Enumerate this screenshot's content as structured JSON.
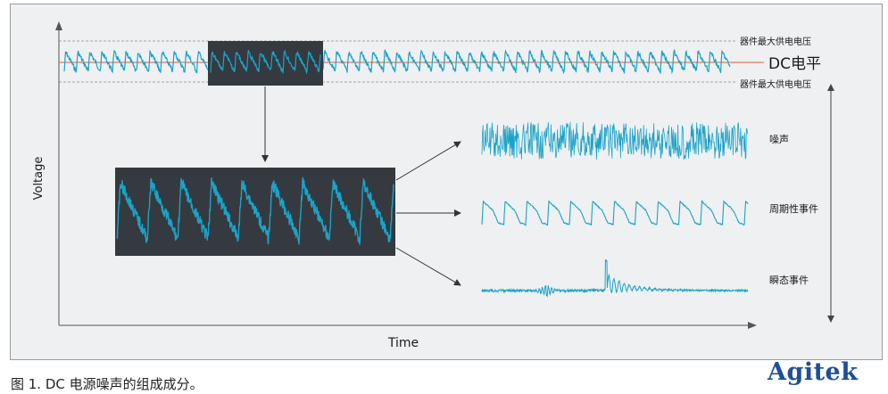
{
  "axes": {
    "y_label": "Voltage",
    "x_label": "Time"
  },
  "limits": {
    "upper_label": "器件最大供电电压",
    "lower_label": "器件最大供电电压"
  },
  "dc_level": {
    "label": "DC电平"
  },
  "components": [
    {
      "label": "噪声"
    },
    {
      "label": "周期性事件"
    },
    {
      "label": "瞬态事件"
    }
  ],
  "caption": "图 1. DC 电源噪声的组成成分。",
  "logo": "Agitek",
  "colors": {
    "signal": "#1aa3c8",
    "dark_box": "#353a40",
    "dc_line": "#e8573d",
    "panel": "#eef0f1"
  }
}
